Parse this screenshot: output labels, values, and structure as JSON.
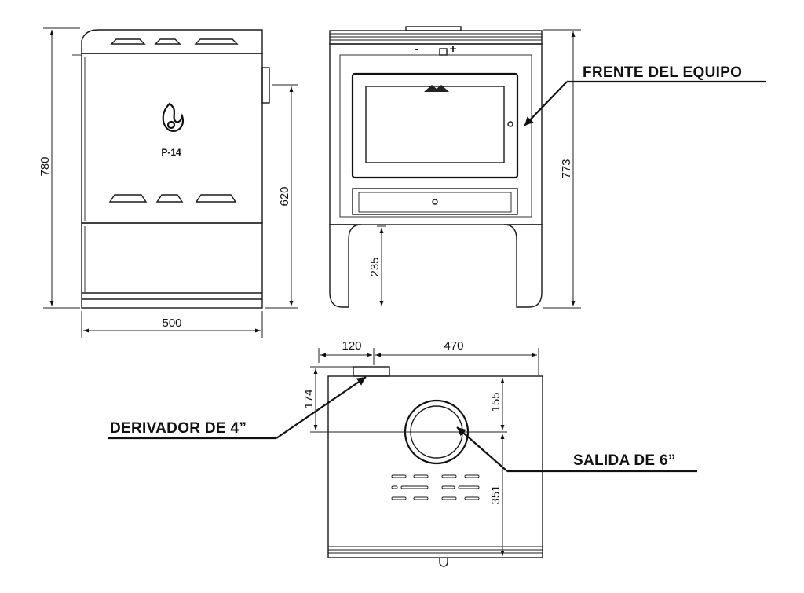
{
  "side_view": {
    "model_label": "P-14"
  },
  "dimensions": {
    "total_height": "780",
    "door_height": "620",
    "width": "500",
    "front_height": "773",
    "leg_height": "235",
    "outlet_offset": "120",
    "depth": "470",
    "derivador_offset": "174",
    "outlet_front": "155",
    "outlet_back": "351"
  },
  "callouts": {
    "front": "FRENTE DEL EQUIPO",
    "derivador": "DERIVADOR DE 4”",
    "salida": "SALIDA DE 6”"
  },
  "controls": {
    "minus": "-",
    "plus": "+"
  }
}
